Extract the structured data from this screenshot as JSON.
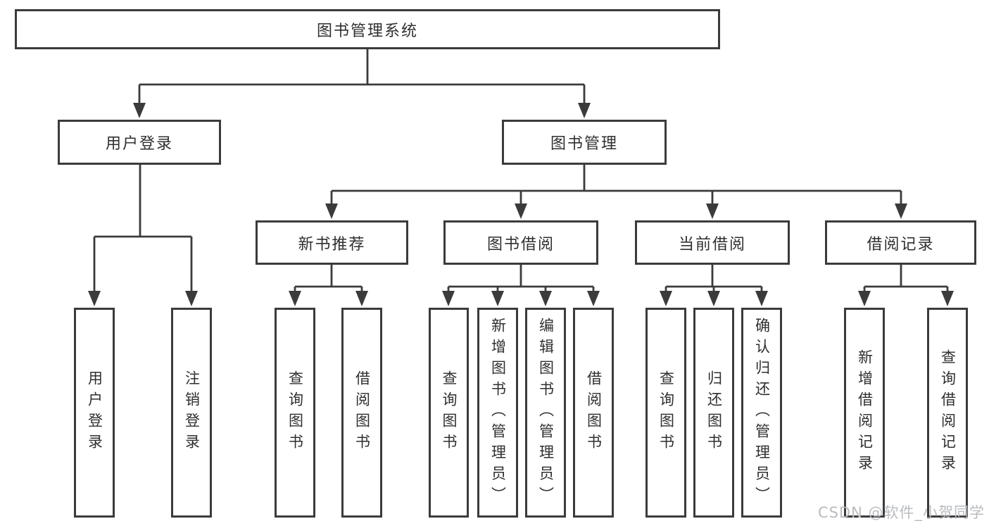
{
  "colors": {
    "line": "#3b3b3b",
    "text": "#2f2f2f",
    "box_background": "#ffffff",
    "page_background": "#ffffff",
    "watermark": "#b9bcc0"
  },
  "watermark": {
    "text": "CSDN @软件_小贺同学"
  },
  "tree": {
    "label": "图书管理系统",
    "children": [
      {
        "label": "用户登录",
        "children": [
          {
            "label": "用户登录"
          },
          {
            "label": "注销登录"
          }
        ]
      },
      {
        "label": "图书管理",
        "children": [
          {
            "label": "新书推荐",
            "children": [
              {
                "label": "查询图书"
              },
              {
                "label": "借阅图书"
              }
            ]
          },
          {
            "label": "图书借阅",
            "children": [
              {
                "label": "查询图书"
              },
              {
                "label": "新增图书（管理员）"
              },
              {
                "label": "编辑图书（管理员）"
              },
              {
                "label": "借阅图书"
              }
            ]
          },
          {
            "label": "当前借阅",
            "children": [
              {
                "label": "查询图书"
              },
              {
                "label": "归还图书"
              },
              {
                "label": "确认归还（管理员）"
              }
            ]
          },
          {
            "label": "借阅记录",
            "children": [
              {
                "label": "新增借阅记录"
              },
              {
                "label": "查询借阅记录"
              }
            ]
          }
        ]
      }
    ]
  }
}
